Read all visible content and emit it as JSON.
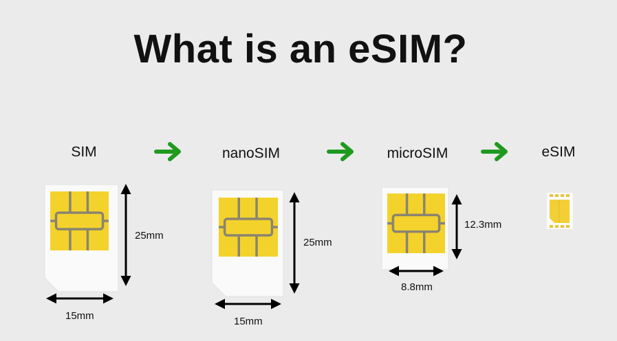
{
  "title": "What is an eSIM?",
  "stages": [
    {
      "label": "SIM",
      "height": "25mm",
      "width": "15mm"
    },
    {
      "label": "nanoSIM",
      "height": "25mm",
      "width": "15mm"
    },
    {
      "label": "microSIM",
      "height": "12.3mm",
      "width": "8.8mm"
    },
    {
      "label": "eSIM"
    }
  ],
  "colors": {
    "chip": "#f4d22c",
    "chip_line": "#8a8470",
    "arrow": "#1f9a1f",
    "card": "#fafafa",
    "background": "#ebebeb"
  }
}
